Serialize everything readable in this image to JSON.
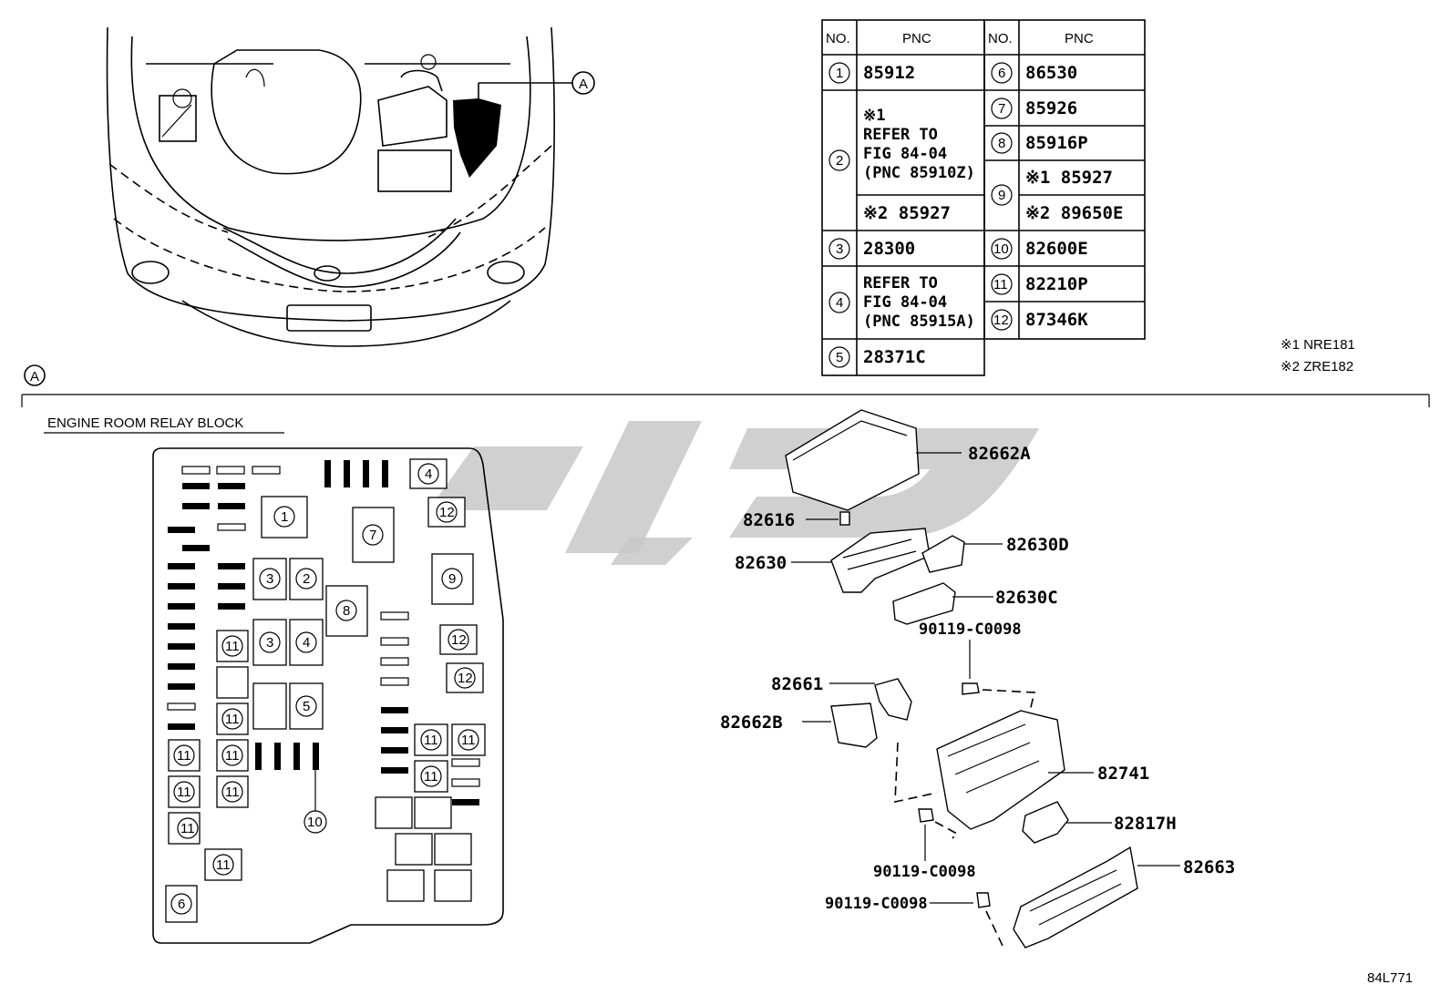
{
  "table": {
    "header": {
      "no": "NO.",
      "pnc": "PNC"
    },
    "left": [
      {
        "no": "1",
        "lines": [
          "85912"
        ]
      },
      {
        "no": "2",
        "lines": [
          "※1",
          "REFER TO",
          "FIG 84-04",
          "(PNC 85910Z)"
        ],
        "second": "※2 85927"
      },
      {
        "no": "3",
        "lines": [
          "28300"
        ]
      },
      {
        "no": "4",
        "lines": [
          "REFER TO",
          "FIG 84-04",
          "(PNC 85915A)"
        ]
      },
      {
        "no": "5",
        "lines": [
          "28371C"
        ]
      }
    ],
    "right": [
      {
        "no": "6",
        "pnc": "86530"
      },
      {
        "no": "7",
        "pnc": "85926"
      },
      {
        "no": "8",
        "pnc": "85916P"
      },
      {
        "no": "9",
        "pnc": "※1 85927",
        "second": "※2 89650E"
      },
      {
        "no": "10",
        "pnc": "82600E"
      },
      {
        "no": "11",
        "pnc": "82210P"
      },
      {
        "no": "12",
        "pnc": "87346K"
      }
    ]
  },
  "notes": [
    "※1 NRE181",
    "※2 ZRE182"
  ],
  "callout": "A",
  "section_title": "ENGINE ROOM RELAY BLOCK",
  "relay_block": {
    "labels": [
      "1",
      "2",
      "3",
      "3",
      "4",
      "4",
      "5",
      "6",
      "7",
      "8",
      "9",
      "10",
      "11",
      "11",
      "11",
      "11",
      "11",
      "11",
      "11",
      "11",
      "11",
      "11",
      "11",
      "12",
      "12",
      "12"
    ]
  },
  "parts": {
    "p82662A": "82662A",
    "p82616": "82616",
    "p82630": "82630",
    "p82630D": "82630D",
    "p82630C": "82630C",
    "bolt1": "90119-C0098",
    "p82661": "82661",
    "p82662B": "82662B",
    "p82741": "82741",
    "p82817H": "82817H",
    "bolt2": "90119-C0098",
    "bolt3": "90119-C0098",
    "p82663": "82663"
  },
  "figure_code": "84L771"
}
